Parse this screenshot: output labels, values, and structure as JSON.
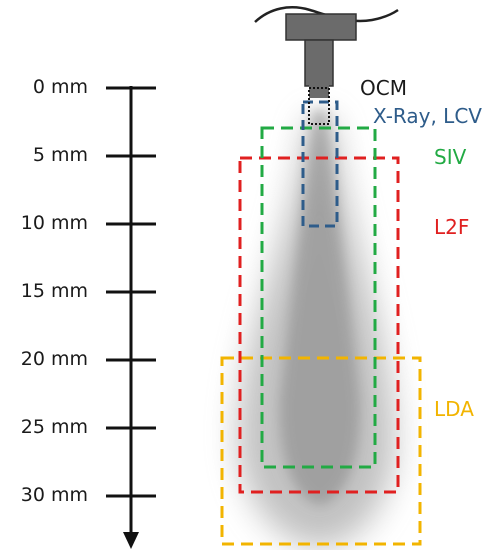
{
  "axis": {
    "ticks": [
      {
        "label": "0 mm",
        "value": 0
      },
      {
        "label": "5 mm",
        "value": 5
      },
      {
        "label": "10 mm",
        "value": 10
      },
      {
        "label": "15 mm",
        "value": 15
      },
      {
        "label": "20 mm",
        "value": 20
      },
      {
        "label": "25 mm",
        "value": 25
      },
      {
        "label": "30 mm",
        "value": 30
      }
    ]
  },
  "regions": {
    "ocm": {
      "label": "OCM",
      "color": "#1a1a1a"
    },
    "xray": {
      "label": "X-Ray, LCV",
      "color": "#2e5c8a"
    },
    "siv": {
      "label": "SIV",
      "color": "#22aa44"
    },
    "l2f": {
      "label": "L2F",
      "color": "#e02020"
    },
    "lda": {
      "label": "LDA",
      "color": "#f2b400"
    }
  },
  "nozzle_color": "#6b6b6b"
}
